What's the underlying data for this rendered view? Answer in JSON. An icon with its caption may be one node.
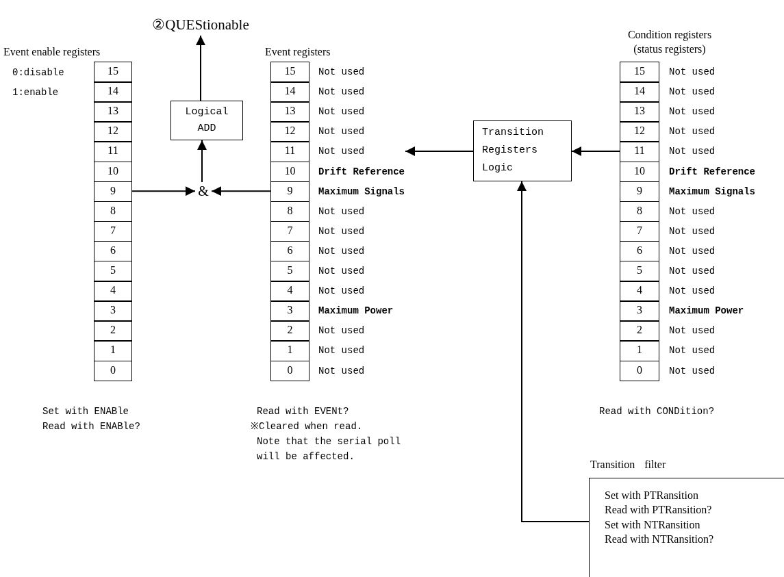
{
  "diagram": {
    "nodes": [
      {
        "text": [
          "②QUEStionable"
        ]
      },
      {
        "text": [
          "Event enable registers",
          "0:disable 1:enable",
          "15",
          "14",
          "13",
          "12",
          "11",
          "10",
          "9",
          "8",
          "7",
          "6",
          "5",
          "4",
          "3",
          "2",
          "1",
          "0"
        ],
        "beside": [
          "Set with ENABle Read with ENABle?"
        ]
      },
      {
        "text": [
          "Logical ADD"
        ]
      },
      {
        "text": [
          "&"
        ]
      },
      {
        "text": [
          "Event registers",
          "15",
          "14",
          "13",
          "12",
          "11",
          "10",
          "9",
          "8",
          "7",
          "6",
          "5",
          "4",
          "3",
          "2",
          "1",
          "0",
          "Not used",
          "Not used",
          "Not used",
          "Not used",
          "Not used",
          "Drift Reference",
          "Maximum Signals",
          "Not used",
          "Not used",
          "Not used",
          "Not used",
          "Not used",
          "Maximum Power",
          "Not used",
          "Not used",
          "Not used"
        ],
        "beside": [
          "Read with EVENt?",
          "※Cleared when read.",
          "Note that the serial poll will be affected."
        ]
      },
      {
        "text": [
          "Transition Registers Logic"
        ]
      },
      {
        "text": [
          "Condition registers (status registers)",
          "15",
          "14",
          "13",
          "12",
          "11",
          "10",
          "9",
          "8",
          "7",
          "6",
          "5",
          "4",
          "3",
          "2",
          "1",
          "0",
          "Not used",
          "Not used",
          "Not used",
          "Not used",
          "Not used",
          "Drift Reference",
          "Maximum Signals",
          "Not used",
          "Not used",
          "Not used",
          "Not used",
          "Not used",
          "Maximum Power",
          "Not used",
          "Not used",
          "Not used"
        ],
        "beside": [
          "Read with CONDition?"
        ]
      },
      {
        "text": [
          "Transition filter",
          "Set with PTRansition",
          "Read with PTRansition?",
          "Set with NTRansition",
          "Read with NTRansition?"
        ]
      }
    ],
    "edges": [
      {
        "from": 2,
        "to": 0,
        "arrow": "to"
      },
      {
        "from": 3,
        "to": 2,
        "arrow": "to"
      },
      {
        "from": 1,
        "to": 3,
        "arrow": "to"
      },
      {
        "from": 4,
        "to": 3,
        "arrow": "to"
      },
      {
        "from": 5,
        "to": 4,
        "arrow": "to"
      },
      {
        "from": 6,
        "to": 5,
        "arrow": "to"
      },
      {
        "from": 7,
        "to": 5,
        "arrow": "to"
      }
    ]
  }
}
